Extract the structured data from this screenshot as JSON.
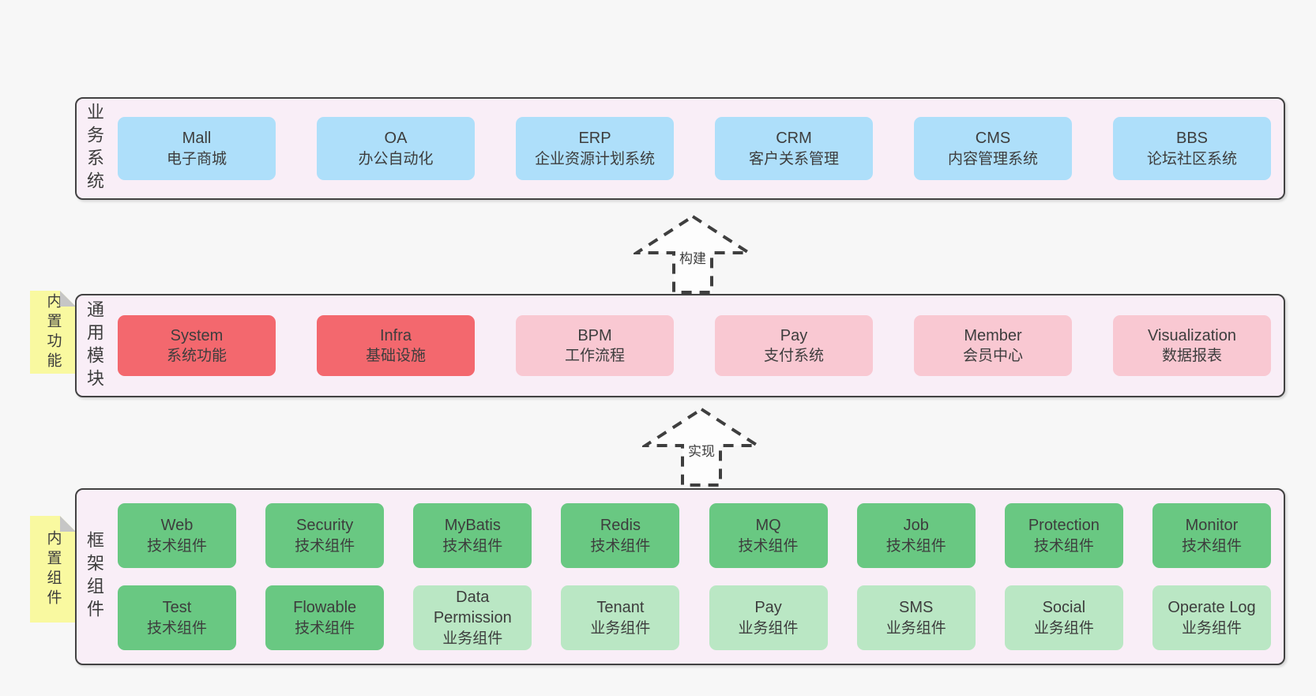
{
  "colors": {
    "page_bg": "#f7f7f7",
    "band_bg": "#f9eef7",
    "band_border": "#424242",
    "blue": "#aedffa",
    "red": "#f3686e",
    "pink": "#f9c8d2",
    "green": "#69c882",
    "light_green": "#bae7c4",
    "sticky_yellow": "#f9f9a0",
    "text": "#3d3d3d"
  },
  "arrows": [
    {
      "label": "构建"
    },
    {
      "label": "实现"
    }
  ],
  "bands": {
    "business": {
      "label": "业务系统",
      "boxes": [
        {
          "title": "Mall",
          "subtitle": "电子商城",
          "type": "blue"
        },
        {
          "title": "OA",
          "subtitle": "办公自动化",
          "type": "blue"
        },
        {
          "title": "ERP",
          "subtitle": "企业资源计划系统",
          "type": "blue"
        },
        {
          "title": "CRM",
          "subtitle": "客户关系管理",
          "type": "blue"
        },
        {
          "title": "CMS",
          "subtitle": "内容管理系统",
          "type": "blue"
        },
        {
          "title": "BBS",
          "subtitle": "论坛社区系统",
          "type": "blue"
        }
      ]
    },
    "modules": {
      "label": "通用模块",
      "sticky": "内置功能",
      "boxes": [
        {
          "title": "System",
          "subtitle": "系统功能",
          "type": "red"
        },
        {
          "title": "Infra",
          "subtitle": "基础设施",
          "type": "red"
        },
        {
          "title": "BPM",
          "subtitle": "工作流程",
          "type": "pink"
        },
        {
          "title": "Pay",
          "subtitle": "支付系统",
          "type": "pink"
        },
        {
          "title": "Member",
          "subtitle": "会员中心",
          "type": "pink"
        },
        {
          "title": "Visualization",
          "subtitle": "数据报表",
          "type": "pink"
        }
      ]
    },
    "components": {
      "label": "框架组件",
      "sticky": "内置组件",
      "rows": [
        [
          {
            "title": "Web",
            "subtitle": "技术组件",
            "type": "green"
          },
          {
            "title": "Security",
            "subtitle": "技术组件",
            "type": "green"
          },
          {
            "title": "MyBatis",
            "subtitle": "技术组件",
            "type": "green"
          },
          {
            "title": "Redis",
            "subtitle": "技术组件",
            "type": "green"
          },
          {
            "title": "MQ",
            "subtitle": "技术组件",
            "type": "green"
          },
          {
            "title": "Job",
            "subtitle": "技术组件",
            "type": "green"
          },
          {
            "title": "Protection",
            "subtitle": "技术组件",
            "type": "green"
          },
          {
            "title": "Monitor",
            "subtitle": "技术组件",
            "type": "green"
          }
        ],
        [
          {
            "title": "Test",
            "subtitle": "技术组件",
            "type": "green"
          },
          {
            "title": "Flowable",
            "subtitle": "技术组件",
            "type": "green"
          },
          {
            "title": "Data Permission",
            "subtitle": "业务组件",
            "type": "lightgreen"
          },
          {
            "title": "Tenant",
            "subtitle": "业务组件",
            "type": "lightgreen"
          },
          {
            "title": "Pay",
            "subtitle": "业务组件",
            "type": "lightgreen"
          },
          {
            "title": "SMS",
            "subtitle": "业务组件",
            "type": "lightgreen"
          },
          {
            "title": "Social",
            "subtitle": "业务组件",
            "type": "lightgreen"
          },
          {
            "title": "Operate Log",
            "subtitle": "业务组件",
            "type": "lightgreen"
          }
        ]
      ]
    }
  }
}
